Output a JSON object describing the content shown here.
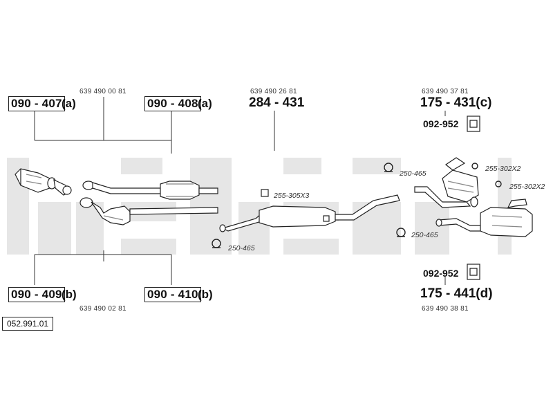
{
  "diagram": {
    "reference_number": "052.991.01",
    "left_group": {
      "top_oem": "639 490 00 81",
      "bottom_oem": "639 490 02 81",
      "parts": [
        {
          "code": "090 - 407",
          "suffix": "(a)"
        },
        {
          "code": "090 - 408",
          "suffix": "(a)"
        },
        {
          "code": "090 - 409",
          "suffix": "(b)"
        },
        {
          "code": "090 - 410",
          "suffix": "(b)"
        }
      ]
    },
    "middle": {
      "oem": "639 490 26 81",
      "part": "284 - 431",
      "clamp": "255-305X3",
      "clamp2": "250-465"
    },
    "right_top": {
      "oem": "639 490 37 81",
      "part": "175 - 431(c)",
      "hanger": "092-952",
      "clamp_a": "250-465",
      "clamp_b": "255-302X2",
      "clamp_c": "255-302X2"
    },
    "right_bottom": {
      "oem": "639 490 38 81",
      "part": "175 - 441(d)",
      "hanger": "092-952",
      "clamp": "250-465"
    }
  }
}
